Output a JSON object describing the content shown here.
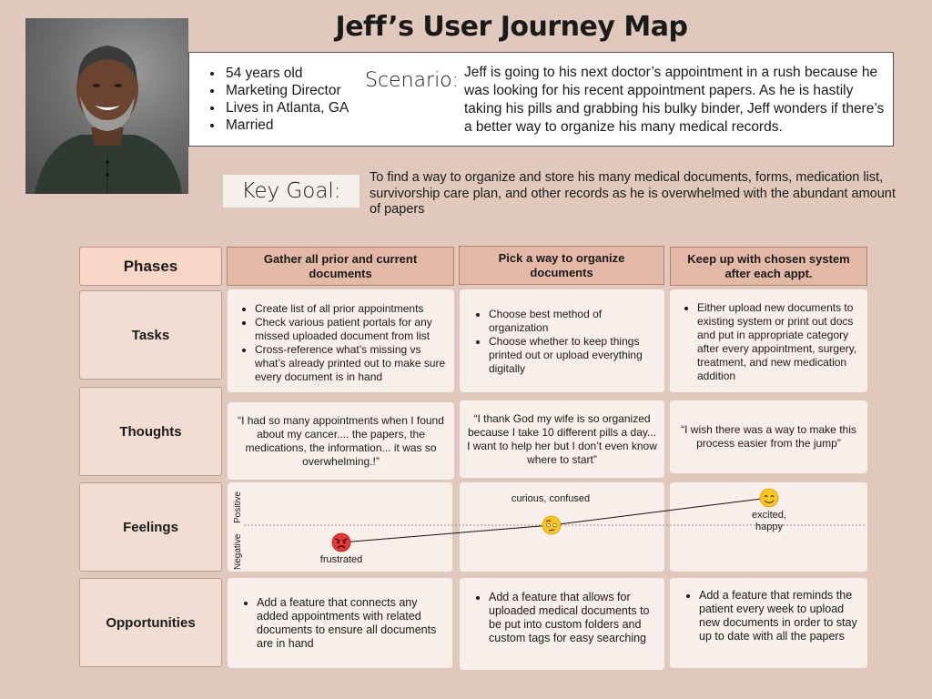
{
  "title": "Jeff’s User Journey Map",
  "persona": {
    "facts": [
      "54 years old",
      "Marketing Director",
      "Lives in Atlanta, GA",
      "Married"
    ],
    "scenario_label": "Scenario:",
    "scenario_text": "Jeff is going to his next doctor’s appointment in a rush because he was looking for his recent appointment papers. As he is hastily taking his pills and grabbing his bulky binder, Jeff wonders if there’s a better way to organize his many medical records."
  },
  "key_goal": {
    "label": "Key Goal:",
    "text": "To find a way to organize and store his many medical documents, forms, medication list, survivorship care plan, and other records as he is overwhelmed with the abundant amount of papers"
  },
  "rows": {
    "phases": "Phases",
    "tasks": "Tasks",
    "thoughts": "Thoughts",
    "feelings": "Feelings",
    "opportunities": "Opportunities"
  },
  "phases": [
    {
      "title": "Gather all prior and current documents",
      "tasks": [
        "Create list of all prior appointments",
        "Check various patient portals for any missed uploaded document from list",
        "Cross-reference what’s missing vs what’s already printed out to make sure every document is in hand"
      ],
      "thought": "“I had so many appointments when I found about my cancer.... the papers, the medications, the information... it was so overwhelming.!”",
      "feeling": {
        "label": "frustrated",
        "level": 0.2,
        "face": "angry-face-icon"
      },
      "opportunity": "Add a feature that connects any added appointments with related documents to ensure all documents are in hand"
    },
    {
      "title": "Pick a way to organize documents",
      "tasks": [
        "Choose best method of organization",
        "Choose whether to keep things printed out or upload everything digitally"
      ],
      "thought": "“I thank God my wife is so organized because I take 10 different pills a day... I want to help her but I don’t even know where to start”",
      "feeling": {
        "label": "curious, confused",
        "level": 0.5,
        "face": "confused-face-icon"
      },
      "opportunity": "Add a feature that allows for uploaded medical documents to be put into custom folders and custom tags for easy searching"
    },
    {
      "title": "Keep up with chosen system after each appt.",
      "tasks": [
        "Either upload new documents to existing system or print out docs and put in appropriate category after every appointment, surgery, treatment, and new medication addition"
      ],
      "thought": "“I wish there was a way to make this process easier from the jump”",
      "feeling": {
        "label": "excited, happy",
        "level": 0.85,
        "face": "smiling-face-icon"
      },
      "opportunity": "Add a feature that reminds the patient every week to upload new documents in order to stay up to date with all the papers"
    }
  ],
  "feelings_axis": {
    "positive": "Positive",
    "negative": "Negative"
  },
  "colors": {
    "background": "#e0c9bc",
    "phase_header": "#e3b8a6",
    "cell": "#f8efea",
    "angry_face": "#e53935",
    "emoji_yellow": "#f9c623"
  }
}
